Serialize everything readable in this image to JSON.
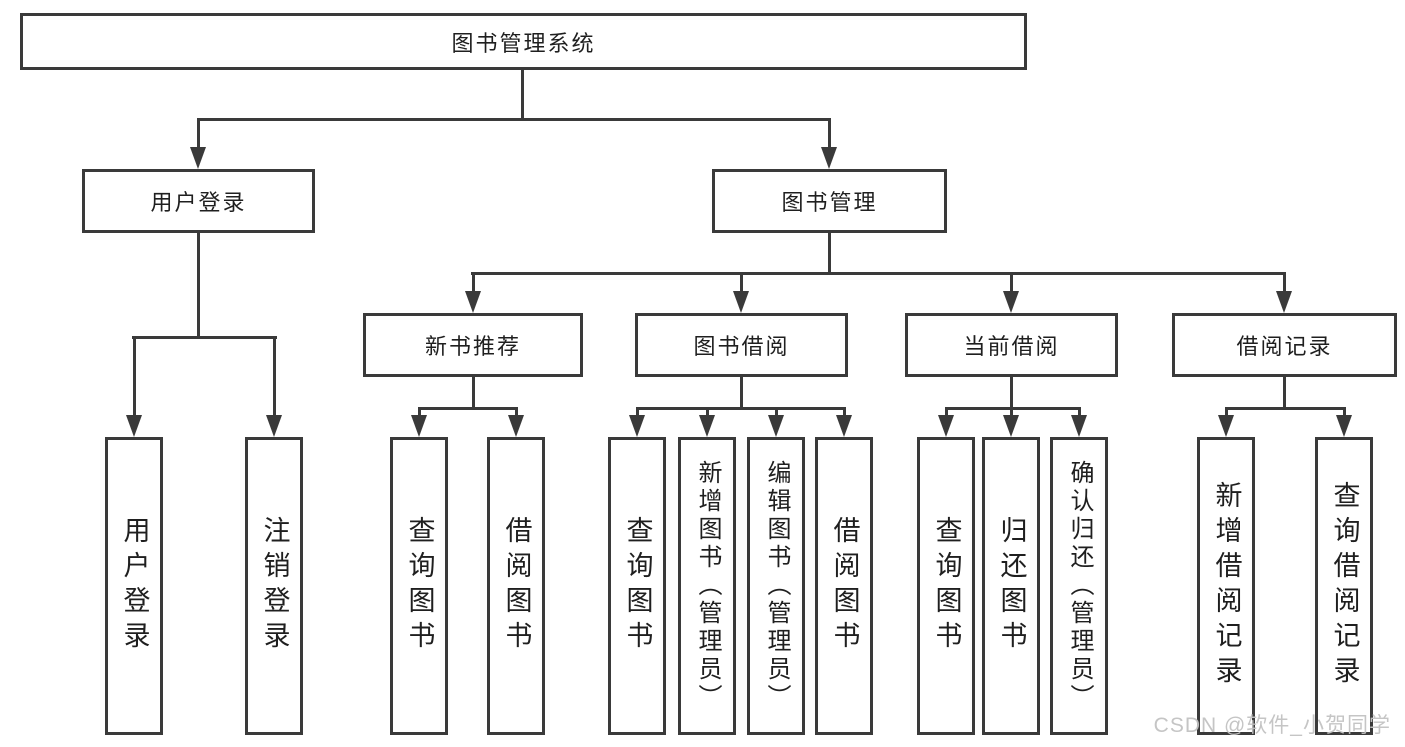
{
  "diagram_title": "图书管理系统",
  "tree": {
    "root": {
      "label": "图书管理系统",
      "children": [
        {
          "label": "用户登录",
          "children": [
            {
              "label": "用户登录"
            },
            {
              "label": "注销登录"
            }
          ]
        },
        {
          "label": "图书管理",
          "children": [
            {
              "label": "新书推荐",
              "children": [
                {
                  "label": "查询图书"
                },
                {
                  "label": "借阅图书"
                }
              ]
            },
            {
              "label": "图书借阅",
              "children": [
                {
                  "label": "查询图书"
                },
                {
                  "label": "新增图书（管理员）"
                },
                {
                  "label": "编辑图书（管理员）"
                },
                {
                  "label": "借阅图书"
                }
              ]
            },
            {
              "label": "当前借阅",
              "children": [
                {
                  "label": "查询图书"
                },
                {
                  "label": "归还图书"
                },
                {
                  "label": "确认归还（管理员）"
                }
              ]
            },
            {
              "label": "借阅记录",
              "children": [
                {
                  "label": "新增借阅记录"
                },
                {
                  "label": "查询借阅记录"
                }
              ]
            }
          ]
        }
      ]
    }
  },
  "watermark": {
    "text": "CSDN @软件_小贺同学"
  },
  "colors": {
    "line": "#3a3a3a",
    "text": "#1f1f1f",
    "watermark": "#c2c2c2",
    "background": "#ffffff"
  }
}
